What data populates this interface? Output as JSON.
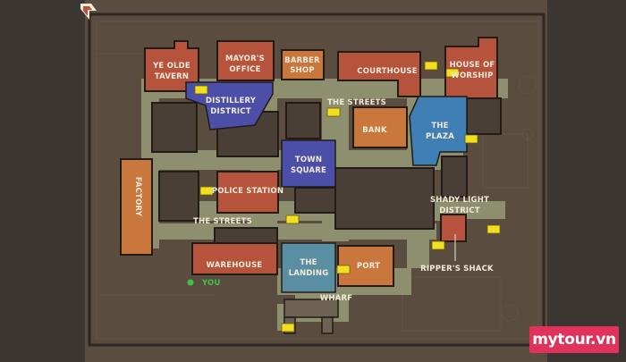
{
  "map": {
    "labels": {
      "tavern_l1": "YE OLDE",
      "tavern_l2": "TAVERN",
      "mayor_l1": "MAYOR'S",
      "mayor_l2": "OFFICE",
      "barber_l1": "BARBER",
      "barber_l2": "SHOP",
      "courthouse": "COURTHOUSE",
      "worship_l1": "HOUSE OF",
      "worship_l2": "WORSHIP",
      "distillery_l1": "DISTILLERY",
      "distillery_l2": "DISTRICT",
      "streets_top": "THE STREETS",
      "bank": "BANK",
      "plaza_l1": "THE",
      "plaza_l2": "PLAZA",
      "town_l1": "TOWN",
      "town_l2": "SQUARE",
      "factory": "FACTORY",
      "police": "POLICE STATION",
      "shady_l1": "SHADY LIGHT",
      "shady_l2": "DISTRICT",
      "streets_bottom": "THE STREETS",
      "warehouse": "WAREHOUSE",
      "landing_l1": "THE",
      "landing_l2": "LANDING",
      "port": "PORT",
      "ripper": "RIPPER'S SHACK",
      "wharf": "WHARF",
      "you": "YOU"
    },
    "colors": {
      "building_red": "#b5533d",
      "building_orange": "#c9773d",
      "district_purple": "#4b4fa8",
      "district_blue": "#3f7fb5",
      "district_teal": "#5a8fa3",
      "street": "#8d8f6e",
      "marker_yellow": "#f2df1f",
      "you_green": "#3ec24a"
    }
  },
  "watermark": {
    "text": "mytour.vn"
  }
}
